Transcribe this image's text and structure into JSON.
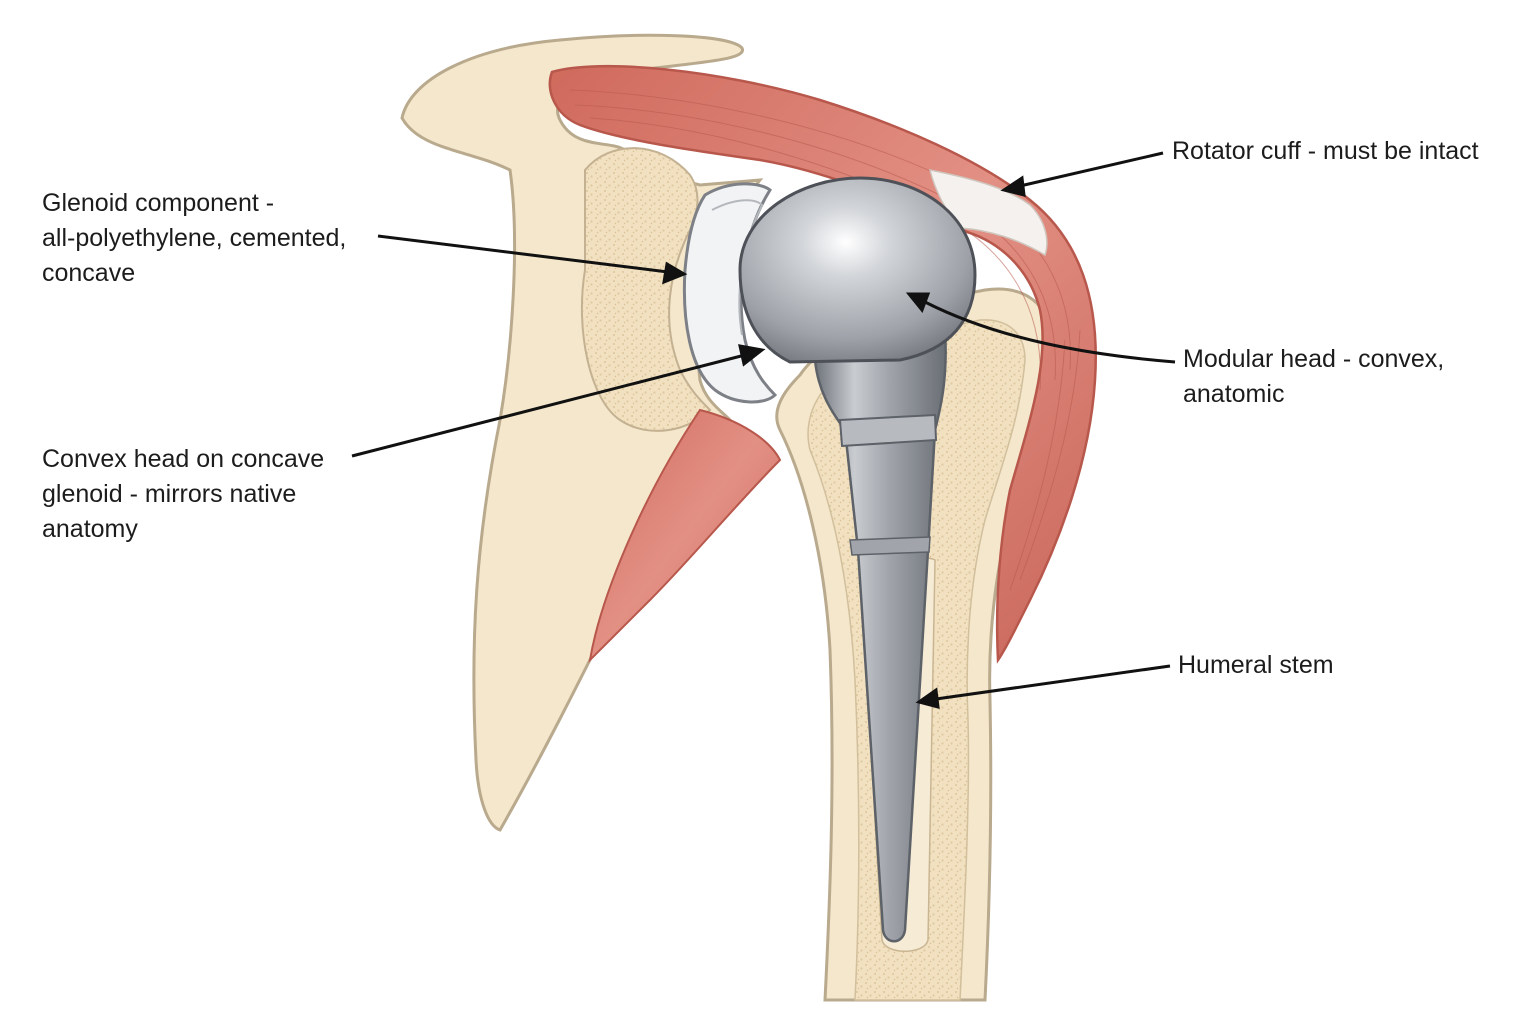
{
  "labels": {
    "glenoid_component": {
      "lines": [
        "Glenoid component -",
        "all-polyethylene, cemented,",
        "concave"
      ]
    },
    "convex_on_concave": {
      "lines": [
        "Convex head on concave",
        "glenoid - mirrors native",
        "anatomy"
      ]
    },
    "rotator_cuff": {
      "lines": [
        "Rotator cuff - must be intact"
      ]
    },
    "modular_head": {
      "lines": [
        "Modular head - convex,",
        "anatomic"
      ]
    },
    "humeral_stem": {
      "lines": [
        "Humeral stem"
      ]
    }
  },
  "colors": {
    "bone": "#f4e7cc",
    "bone_outline": "#b9a98d",
    "cancellous": "#eddcb8",
    "muscle": "#d9786a",
    "muscle_dark": "#b8574b",
    "metal": "#a9adb3",
    "metal_dark": "#6f747b",
    "polyethylene": "#f2f3f4",
    "leader": "#111111"
  }
}
